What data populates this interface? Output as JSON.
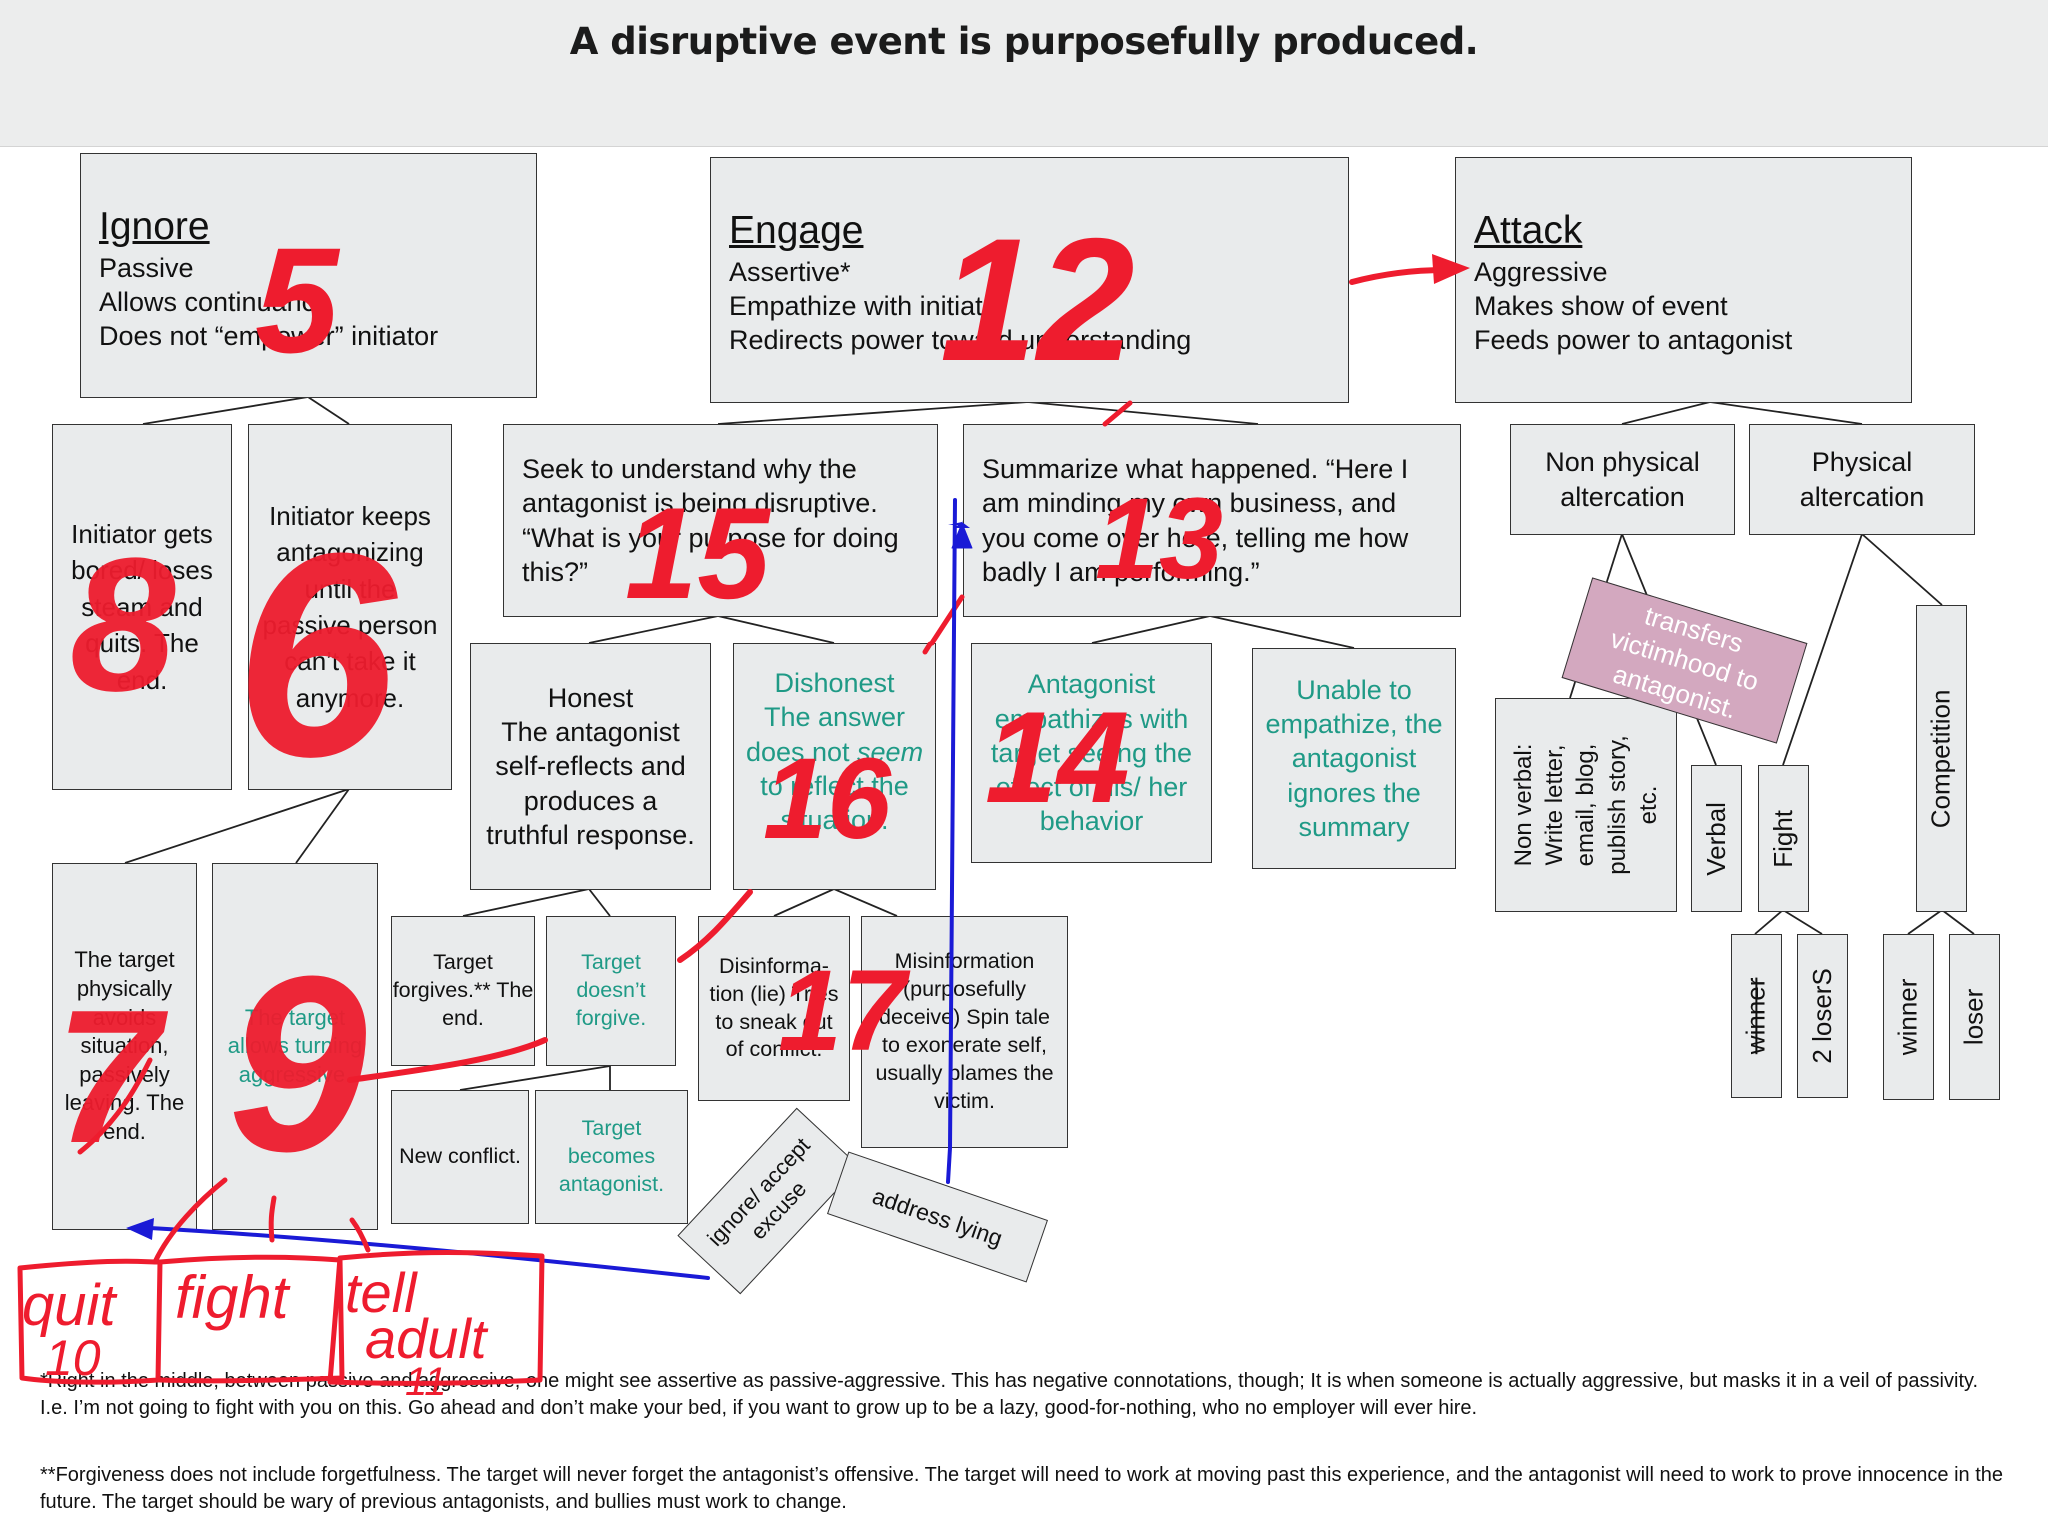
{
  "title": "A disruptive event is purposefully produced.",
  "ignore": {
    "head": "Ignore",
    "lines": [
      "Passive",
      "Allows continuance",
      "Does not “empower” initiator"
    ]
  },
  "engage": {
    "head": "Engage",
    "lines": [
      "Assertive*",
      "Empathize with initiator",
      "Redirects power toward understanding"
    ]
  },
  "attack": {
    "head": "Attack",
    "lines": [
      "Aggressive",
      "Makes show of event",
      "Feeds power to antagonist"
    ]
  },
  "ignore_children": {
    "bored": "Initiator gets bored/ loses steam and quits. The end.",
    "keeps": "Initiator keeps antagonizing until the passive person can’t take it anymore."
  },
  "keeps_children": {
    "avoids": "The target physically avoids situation, passively leaving. The end.",
    "allows": "The target allows turning aggressive."
  },
  "seek": "Seek to understand why the antagonist is being disruptive. “What is your purpose for doing this?”",
  "summarize": "Summarize what happened. “Here I am minding my own business, and you come over here, telling me how badly I am performing.”",
  "honest": "Honest\nThe antagonist self-reflects and produces a truthful response.",
  "dishonest": {
    "a": "Dishonest",
    "b": "The answer does not ",
    "em": "seem",
    "c": " to reflect the situation."
  },
  "forgives": "Target forgives.** The end.",
  "not_forgive": "Target doesn’t forgive.",
  "new_conflict": "New conflict.",
  "becomes": "Target becomes antagonist.",
  "disinfo": "Disinforma-tion (lie) Tries to sneak out of conflict.",
  "misinfo": "Misinformation (purposefully deceive) Spin tale to exonerate self, usually blames the victim.",
  "ignore_accept": "ignore/ accept excuse",
  "address_lying": "address lying",
  "antag_emp": "Antagonist empathizes with target seeing the effect of his/ her behavior",
  "unable": "Unable to empathize, the antagonist ignores the summary",
  "non_physical": "Non physical altercation",
  "physical": "Physical altercation",
  "transfers": "transfers victimhood to antagonist.",
  "non_verbal": "Non verbal:\nWrite letter,\nemail, blog,\npublish story,\netc.",
  "verbal": "Verbal",
  "fight": "Fight",
  "competition": "Competition",
  "fight_out": {
    "winner": "winner",
    "losers": "2 loserS"
  },
  "comp_out": {
    "winner": "winner",
    "loser": "loser"
  },
  "notes": [
    "*Right in the middle, between passive and aggressive, one might see assertive as passive-aggressive. This has negative connotations, though; It is when someone is actually aggressive, but masks it in a veil of passivity. I.e. I’m not going to fight with you on this. Go ahead and don’t make your bed, if you want to grow up to be a lazy, good-for-nothing, who no employer will ever hire.",
    "**Forgiveness does not include forgetfulness. The target will never forget the antagonist’s offensive. The target will need to work at moving past this experience, and the antagonist will need to work to prove innocence in the future. The target should be wary of previous antagonists, and bullies must work to change."
  ],
  "ink_numbers": [
    "5",
    "12",
    "8",
    "6",
    "15",
    "13",
    "16",
    "14",
    "17",
    "9",
    "7"
  ],
  "ink_labels": [
    "quit",
    "10",
    "fight",
    "tell",
    "adult",
    "11"
  ],
  "colors": {
    "box": "#e9ebec",
    "teal": "#1f9a86",
    "pink": "#d3a8bf",
    "ink_red": "#ee1c2e",
    "ink_blue": "#1a1ad6",
    "header": "#eceded"
  }
}
